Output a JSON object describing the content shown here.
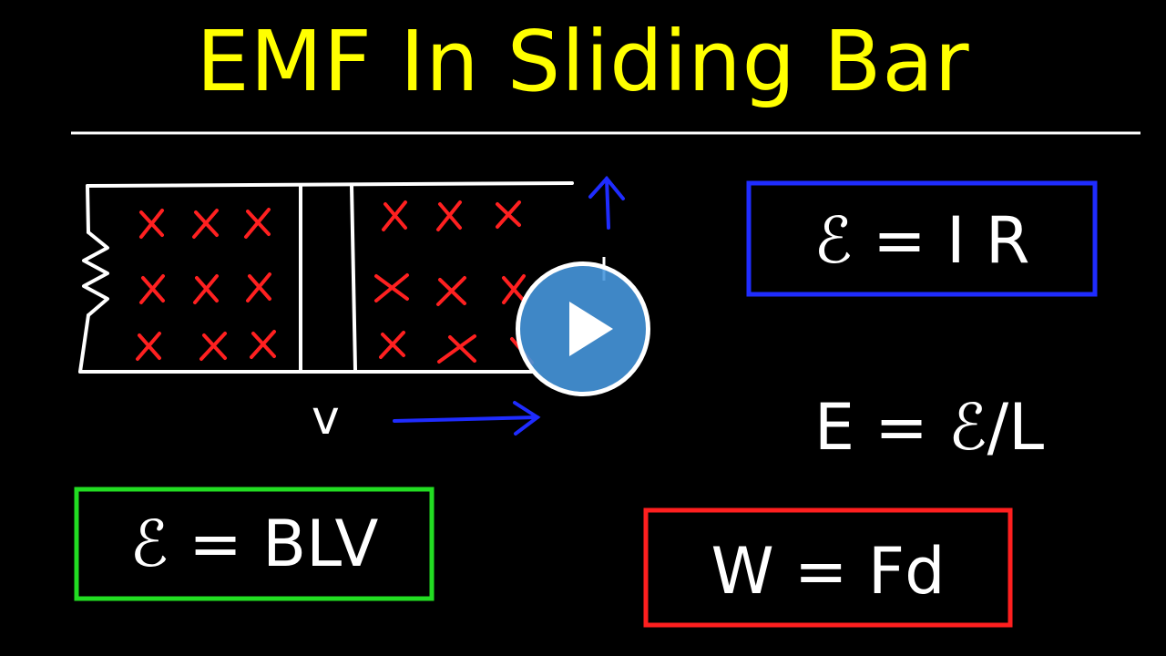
{
  "video": {
    "title": "EMF In Sliding Bar"
  },
  "diagram": {
    "field_symbol": "×",
    "velocity_label": "v"
  },
  "equations": {
    "emf_current_resistance": "ℰ = I R",
    "electric_field": "E = ℰ/L",
    "motional_emf": "ℰ = BLV",
    "work": "W = Fd"
  },
  "colors": {
    "title": "#ffff00",
    "field": "#ff2020",
    "arrow": "#1f2cff",
    "box_ir": "#1f2cff",
    "box_blv": "#22dd22",
    "box_work": "#ff1f1f",
    "play_button": "#4696dc"
  },
  "player": {
    "play_icon": "play-icon"
  }
}
